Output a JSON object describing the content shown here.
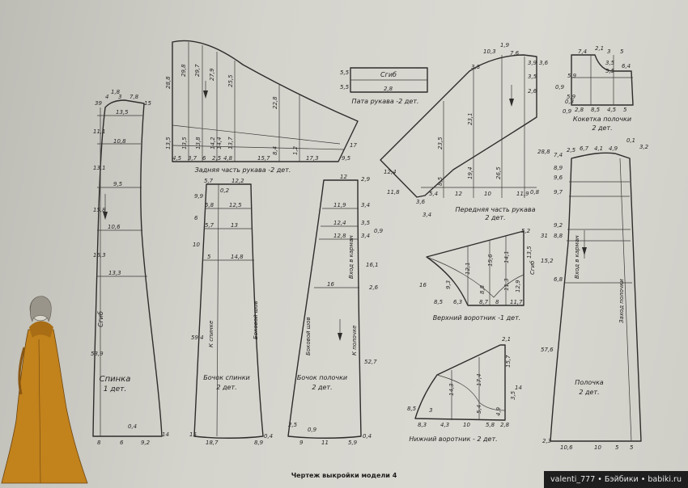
{
  "pieces": {
    "back": {
      "name": "Спинка",
      "count": "1 дет.",
      "fold": "Сгиб"
    },
    "sleeve_back": {
      "name": "Задняя часть рукава -2 дет."
    },
    "cuff": {
      "name": "Пата рукава -2 дет.",
      "fold": "Сгиб"
    },
    "sleeve_front": {
      "name": "Передняя часть рукава",
      "count": "2 дет."
    },
    "yoke": {
      "name": "Кокетка полочки",
      "count": "2 дет."
    },
    "back_side": {
      "name": "Бочок спинки",
      "count": "2 дет.",
      "left_label": "К спинке",
      "right_label": "Боковой шов"
    },
    "front_side": {
      "name": "Бочок полочки",
      "count": "2 дет.",
      "left_label": "Боковой шов",
      "right_label": "К полочке",
      "pocket": "Вход в карман"
    },
    "upper_collar": {
      "name": "Верхний воротник -1 дет.",
      "fold": "Сгиб"
    },
    "lower_collar": {
      "name": "Нижний воротник - 2 дет."
    },
    "front": {
      "name": "Полочка",
      "count": "2 дет.",
      "pocket": "Вход в карман",
      "facing": "Заход полочки"
    }
  },
  "dims": {
    "back": [
      "39",
      "4",
      "1,8",
      "3",
      "7,8",
      "15",
      "13,5",
      "11,1",
      "10,8",
      "13,1",
      "9,5",
      "15,8",
      "10,6",
      "16,3",
      "13,3",
      "53,9",
      "0,4",
      "8",
      "6",
      "9,2",
      "14"
    ],
    "sleeve_back": [
      "28,8",
      "29,8",
      "29,7",
      "27,9",
      "25,5",
      "22,8",
      "13,5",
      "13,5",
      "13,8",
      "14,2",
      "14,4",
      "13,7",
      "8,4",
      "1,2",
      "17",
      "4,5",
      "3,7",
      "6",
      "2,5",
      "4,8",
      "15,7",
      "17,3",
      "9,5"
    ],
    "cuff": [
      "5,5",
      "5,5",
      "2,8"
    ],
    "sleeve_front": [
      "10,3",
      "7,6",
      "1,9",
      "3,8",
      "3,9",
      "3,5",
      "2,6",
      "3,6",
      "28,8",
      "23,1",
      "23,5",
      "19,4",
      "26,5",
      "8,5",
      "12,4",
      "11,8",
      "3,6",
      "5,4",
      "12",
      "10",
      "11,9",
      "3,4",
      "0,8"
    ],
    "yoke": [
      "7,4",
      "2,1",
      "3",
      "5",
      "5,9",
      "3,5",
      "5,5",
      "6,4",
      "0,9",
      "5,9",
      "0,3",
      "2,8",
      "8,5",
      "4,5",
      "5",
      "0,9"
    ],
    "back_side": [
      "5,7",
      "12,2",
      "9,9",
      "0,2",
      "5,8",
      "12,5",
      "6",
      "5,7",
      "13",
      "10",
      "5",
      "14,8",
      "59,4",
      "15",
      "18,7",
      "8,9",
      "0,4"
    ],
    "front_side": [
      "12",
      "2,9",
      "11,9",
      "3,4",
      "12,4",
      "3,5",
      "12,8",
      "3,4",
      "0,9",
      "16,1",
      "16",
      "2,6",
      "52,7",
      "2,5",
      "0,9",
      "9",
      "11",
      "5,9",
      "0,4"
    ],
    "upper_collar": [
      "15,6",
      "14,1",
      "12,1",
      "9,3",
      "11,3",
      "8,8",
      "12,9",
      "16",
      "8,5",
      "6,3",
      "8,7",
      "8",
      "11,7",
      "13,5",
      "5,2"
    ],
    "lower_collar": [
      "2,1",
      "15,7",
      "17,4",
      "14,3",
      "5,4",
      "4,9",
      "3,5",
      "8,5",
      "3",
      "14",
      "8,3",
      "4,3",
      "10",
      "5,8",
      "2,8"
    ],
    "front": [
      "7,4",
      "2,5",
      "6,7",
      "4,1",
      "4,9",
      "0,1",
      "8,9",
      "9,6",
      "9,7",
      "3,2",
      "9,2",
      "8,8",
      "31",
      "15,2",
      "6,8",
      "57,6",
      "2,3",
      "10,6",
      "10",
      "5",
      "5"
    ]
  },
  "caption": "Чертеж выкройки модели 4",
  "watermark": "valenti_777 • Бэйбики • babiki.ru",
  "colors": {
    "paper": "#d6d5ce",
    "ink": "#2e2d2b",
    "coat": "#c2821c"
  }
}
